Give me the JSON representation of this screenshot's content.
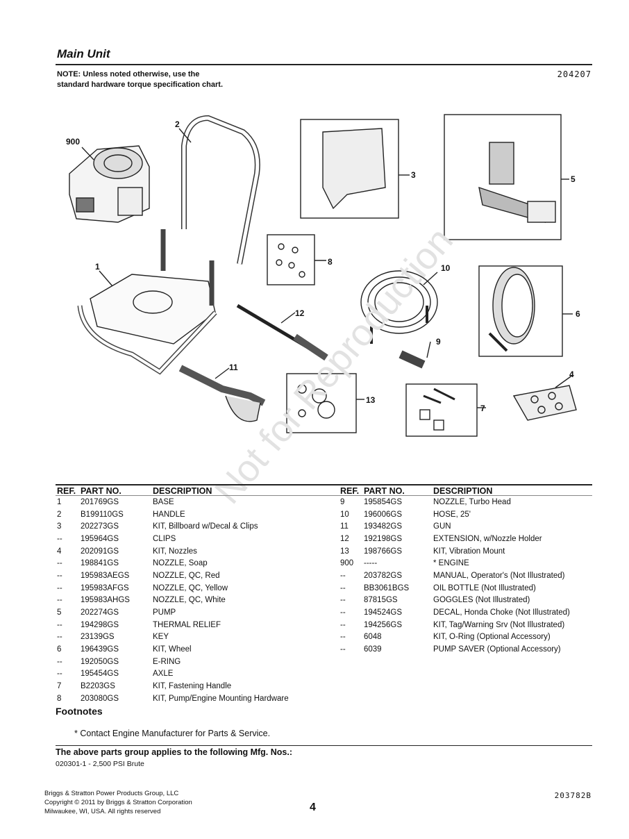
{
  "section_title": "Main Unit",
  "note": "NOTE: Unless noted otherwise, use the standard hardware torque specification chart.",
  "doc_number": "204207",
  "watermark": "Not for Reproduction",
  "callouts": [
    "900",
    "2",
    "3",
    "5",
    "8",
    "1",
    "10",
    "6",
    "12",
    "9",
    "11",
    "4",
    "13",
    "7"
  ],
  "table": {
    "headers": {
      "ref": "REF.",
      "part": "PART NO.",
      "desc": "DESCRIPTION"
    },
    "left": [
      {
        "ref": "1",
        "part": "201769GS",
        "desc": "BASE"
      },
      {
        "ref": "2",
        "part": "B199110GS",
        "desc": "HANDLE"
      },
      {
        "ref": "3",
        "part": "202273GS",
        "desc": "KIT, Billboard w/Decal & Clips"
      },
      {
        "ref": "--",
        "part": "195964GS",
        "desc": "CLIPS"
      },
      {
        "ref": "4",
        "part": "202091GS",
        "desc": "KIT, Nozzles"
      },
      {
        "ref": "--",
        "part": "198841GS",
        "desc": "NOZZLE, Soap"
      },
      {
        "ref": "--",
        "part": "195983AEGS",
        "desc": "NOZZLE, QC, Red"
      },
      {
        "ref": "--",
        "part": "195983AFGS",
        "desc": "NOZZLE, QC, Yellow"
      },
      {
        "ref": "--",
        "part": "195983AHGS",
        "desc": "NOZZLE, QC, White"
      },
      {
        "ref": "5",
        "part": "202274GS",
        "desc": "PUMP"
      },
      {
        "ref": "--",
        "part": "194298GS",
        "desc": "THERMAL RELIEF"
      },
      {
        "ref": "--",
        "part": "23139GS",
        "desc": "KEY"
      },
      {
        "ref": "6",
        "part": "196439GS",
        "desc": "KIT, Wheel"
      },
      {
        "ref": "--",
        "part": "192050GS",
        "desc": "E-RING"
      },
      {
        "ref": "--",
        "part": "195454GS",
        "desc": "AXLE"
      },
      {
        "ref": "7",
        "part": "B2203GS",
        "desc": "KIT, Fastening Handle"
      },
      {
        "ref": "8",
        "part": "203080GS",
        "desc": "KIT, Pump/Engine Mounting Hardware"
      }
    ],
    "right": [
      {
        "ref": "9",
        "part": "195854GS",
        "desc": "NOZZLE, Turbo Head"
      },
      {
        "ref": "10",
        "part": "196006GS",
        "desc": "HOSE, 25'"
      },
      {
        "ref": "11",
        "part": "193482GS",
        "desc": "GUN"
      },
      {
        "ref": "12",
        "part": "192198GS",
        "desc": "EXTENSION, w/Nozzle Holder"
      },
      {
        "ref": "13",
        "part": "198766GS",
        "desc": "KIT, Vibration Mount"
      },
      {
        "ref": "900",
        "part": "-----",
        "desc": "* ENGINE"
      },
      {
        "ref": "--",
        "part": "203782GS",
        "desc": "MANUAL, Operator's (Not Illustrated)"
      },
      {
        "ref": "--",
        "part": "BB3061BGS",
        "desc": "OIL BOTTLE (Not Illustrated)"
      },
      {
        "ref": "--",
        "part": "87815GS",
        "desc": "GOGGLES (Not Illustrated)"
      },
      {
        "ref": "--",
        "part": "194524GS",
        "desc": "DECAL, Honda Choke (Not Illustrated)"
      },
      {
        "ref": "--",
        "part": "194256GS",
        "desc": "KIT, Tag/Warning Srv (Not Illustrated)"
      },
      {
        "ref": "--",
        "part": "6048",
        "desc": "KIT, O-Ring (Optional Accessory)"
      },
      {
        "ref": "--",
        "part": "6039",
        "desc": "PUMP SAVER (Optional Accessory)"
      }
    ]
  },
  "footnotes_title": "Footnotes",
  "footnote": "* Contact Engine Manufacturer for Parts & Service.",
  "mfg_title": "The above parts group applies to the following Mfg. Nos.:",
  "mfg_item": "020301-1 - 2,500 PSI Brute",
  "footer": {
    "line1": "Briggs & Stratton Power Products Group, LLC",
    "line2": "Copyright © 2011 by Briggs & Stratton Corporation",
    "line3": "Milwaukee, WI, USA. All rights reserved",
    "page": "4",
    "code": "203782B"
  }
}
